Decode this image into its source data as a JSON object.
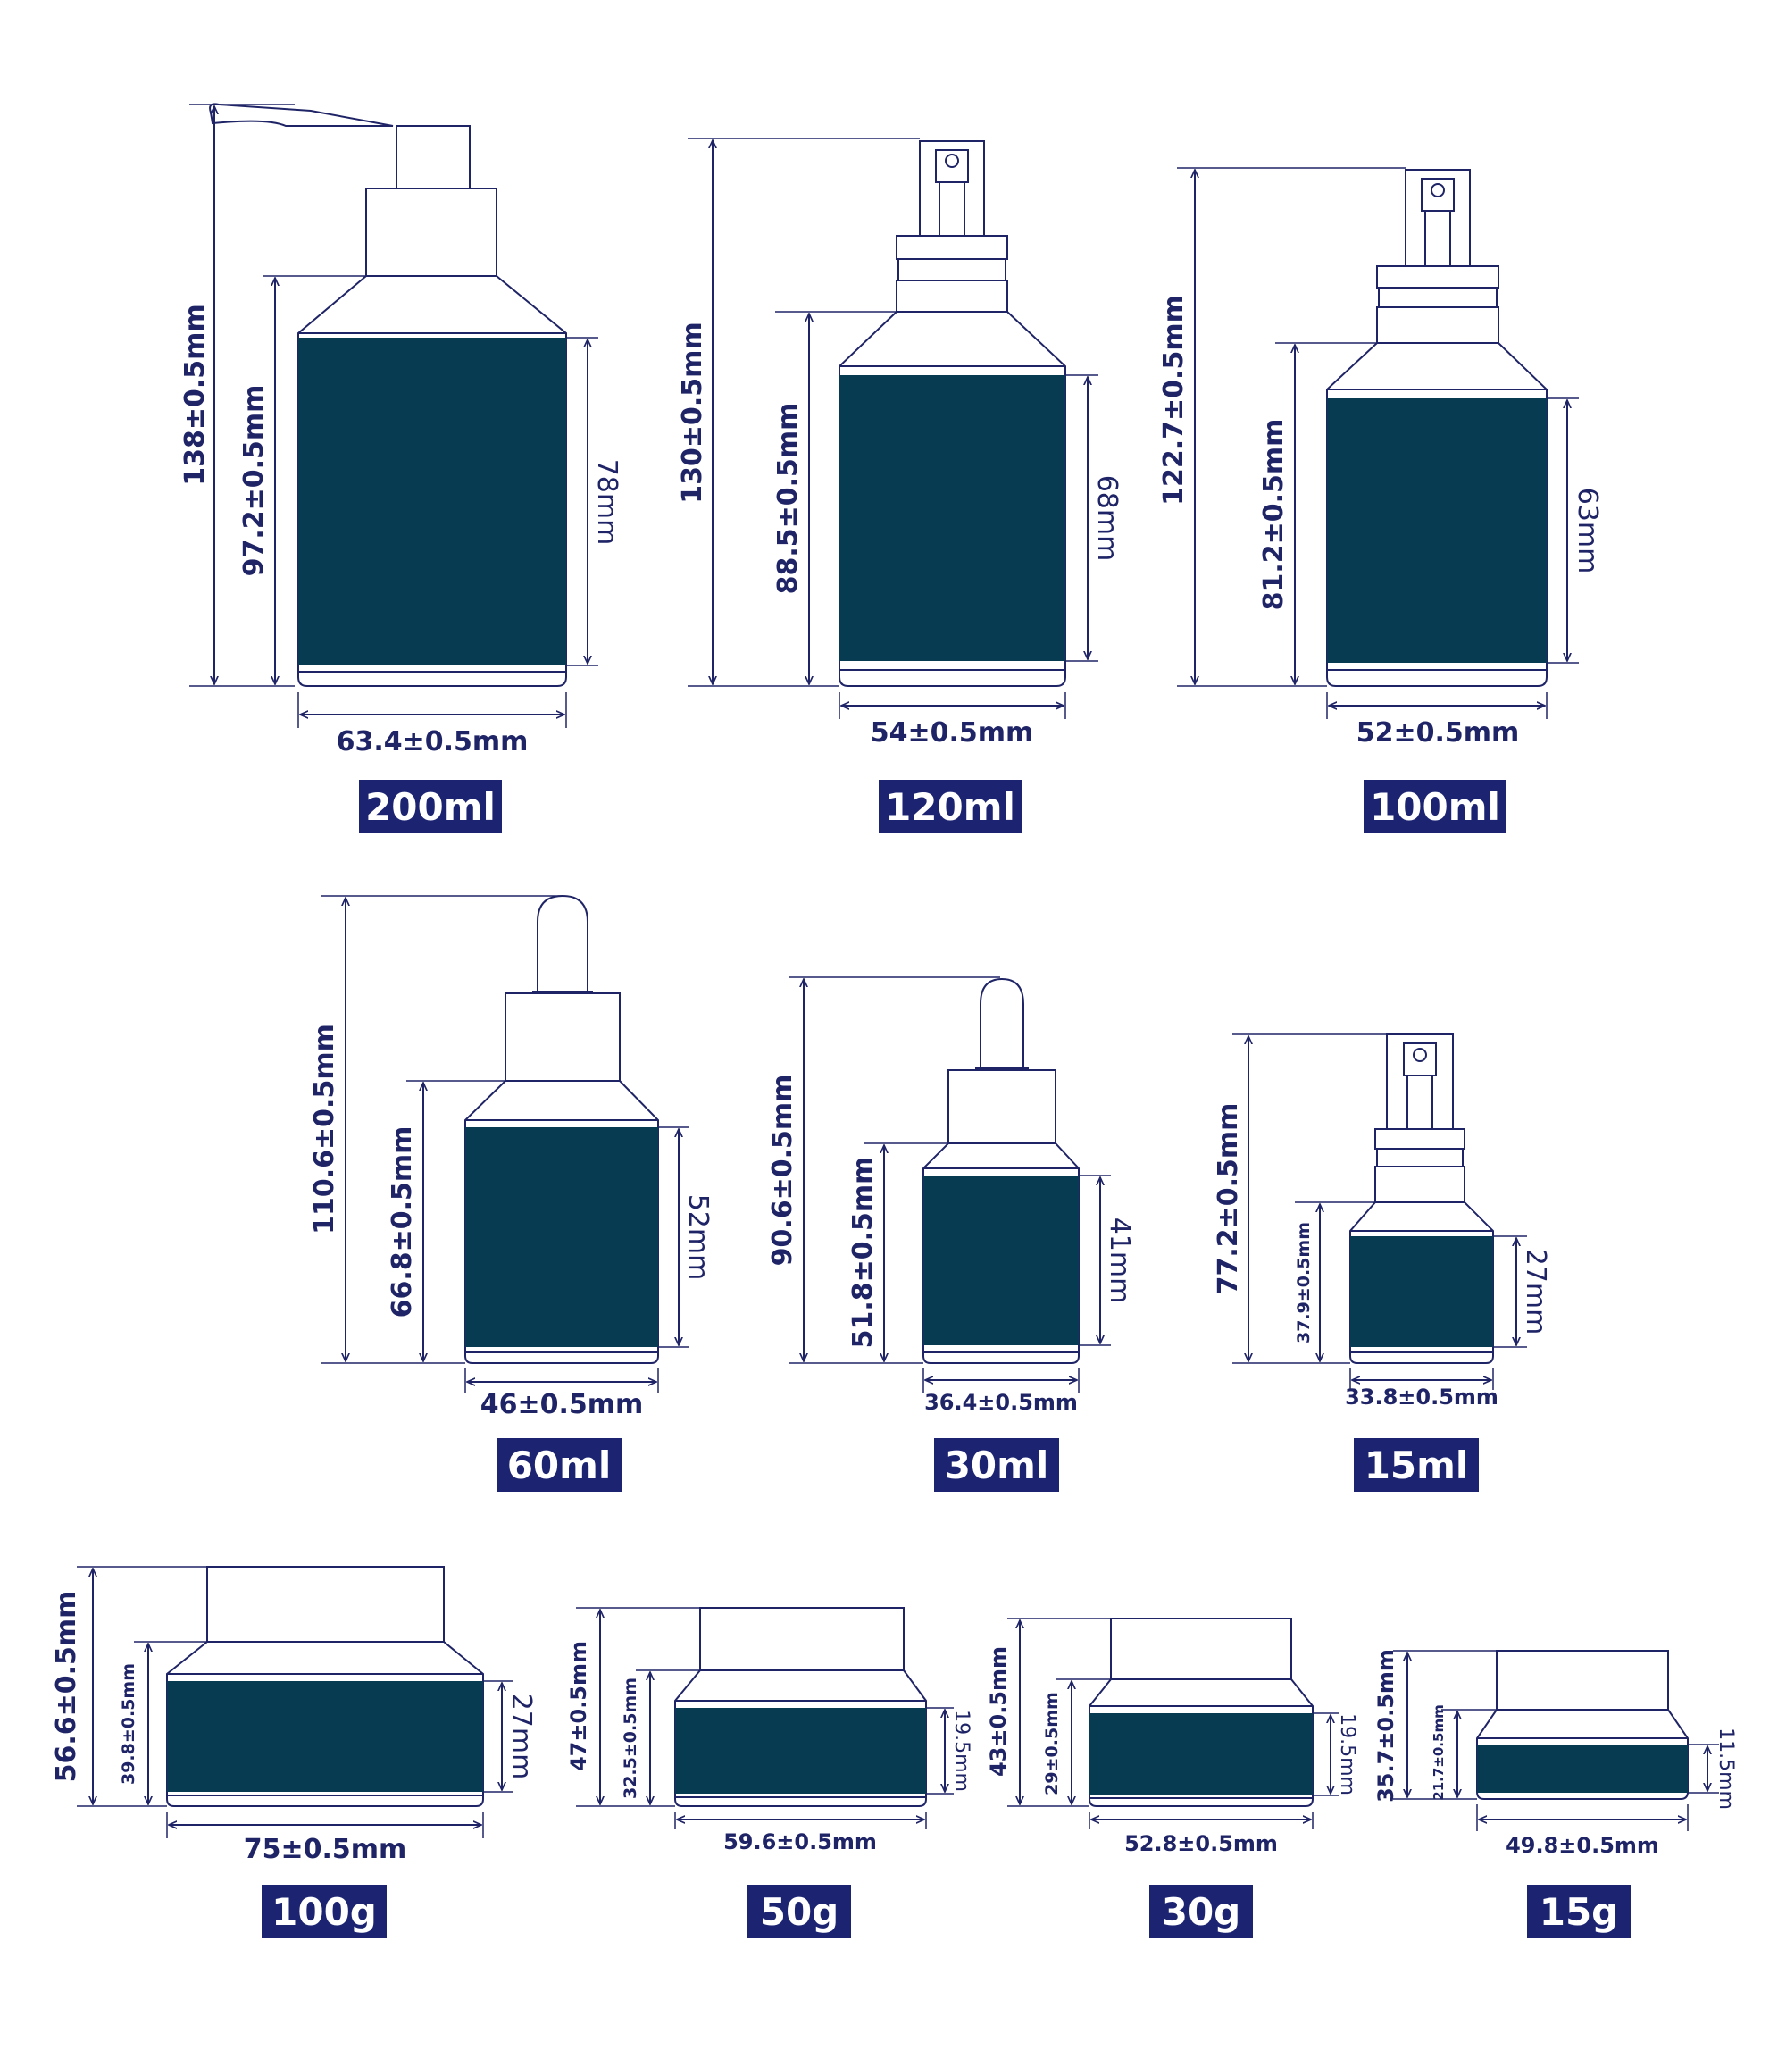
{
  "colors": {
    "outline": "#1f2466",
    "label_fill": "#073b52",
    "badge_bg": "#1c2472",
    "badge_text": "#ffffff"
  },
  "products": [
    {
      "id": "bottle-200ml",
      "capacity": "200ml",
      "total_height": "138±0.5mm",
      "body_height": "97.2±0.5mm",
      "label_height": "78mm",
      "diameter": "63.4±0.5mm"
    },
    {
      "id": "bottle-120ml",
      "capacity": "120ml",
      "total_height": "130±0.5mm",
      "body_height": "88.5±0.5mm",
      "label_height": "68mm",
      "diameter": "54±0.5mm"
    },
    {
      "id": "bottle-100ml",
      "capacity": "100ml",
      "total_height": "122.7±0.5mm",
      "body_height": "81.2±0.5mm",
      "label_height": "63mm",
      "diameter": "52±0.5mm"
    },
    {
      "id": "bottle-60ml",
      "capacity": "60ml",
      "total_height": "110.6±0.5mm",
      "body_height": "66.8±0.5mm",
      "label_height": "52mm",
      "diameter": "46±0.5mm"
    },
    {
      "id": "bottle-30ml",
      "capacity": "30ml",
      "total_height": "90.6±0.5mm",
      "body_height": "51.8±0.5mm",
      "label_height": "41mm",
      "diameter": "36.4±0.5mm"
    },
    {
      "id": "bottle-15ml",
      "capacity": "15ml",
      "total_height": "77.2±0.5mm",
      "body_height": "37.9±0.5mm",
      "label_height": "27mm",
      "diameter": "33.8±0.5mm"
    },
    {
      "id": "jar-100g",
      "capacity": "100g",
      "total_height": "56.6±0.5mm",
      "body_height": "39.8±0.5mm",
      "label_height": "27mm",
      "diameter": "75±0.5mm"
    },
    {
      "id": "jar-50g",
      "capacity": "50g",
      "total_height": "47±0.5mm",
      "body_height": "32.5±0.5mm",
      "label_height": "19.5mm",
      "diameter": "59.6±0.5mm"
    },
    {
      "id": "jar-30g",
      "capacity": "30g",
      "total_height": "43±0.5mm",
      "body_height": "29±0.5mm",
      "label_height": "19.5mm",
      "diameter": "52.8±0.5mm"
    },
    {
      "id": "jar-15g",
      "capacity": "15g",
      "total_height": "35.7±0.5mm",
      "body_height": "21.7±0.5mm",
      "label_height": "11.5mm",
      "diameter": "49.8±0.5mm"
    }
  ]
}
